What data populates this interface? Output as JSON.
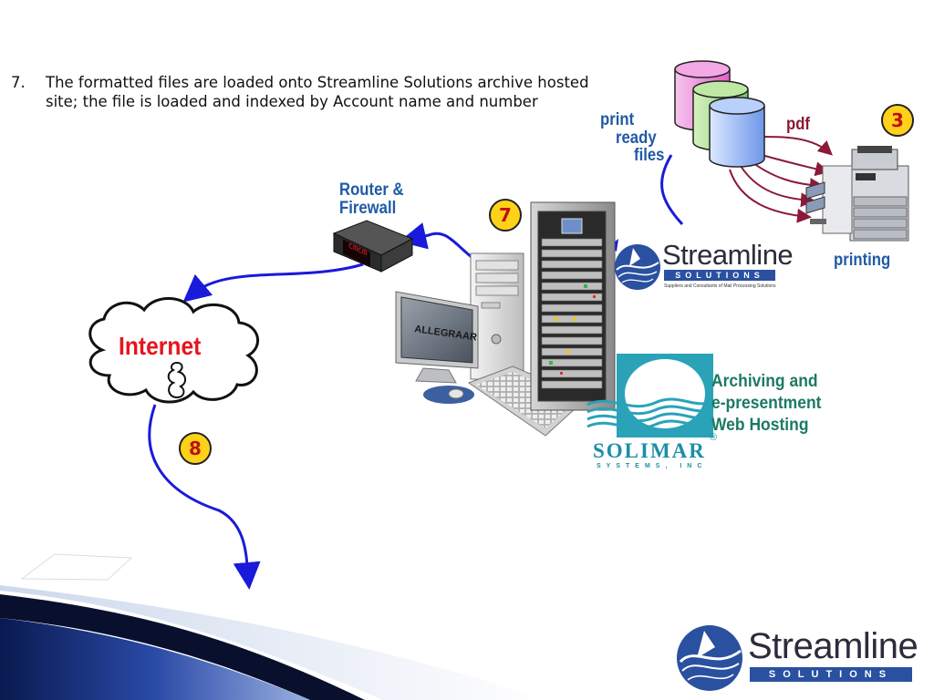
{
  "step": {
    "number": "7.",
    "text": "The formatted files are loaded onto Streamline Solutions archive hosted site; the file is loaded and indexed by Account name and number"
  },
  "labels": {
    "print_ready_files": [
      "print",
      "ready",
      "files"
    ],
    "pdf": "pdf",
    "printing": "printing",
    "router_firewall": [
      "Router &",
      "Firewall"
    ],
    "internet": "Internet",
    "archiving": [
      "Archiving and",
      "e-presentment",
      "Web Hosting"
    ]
  },
  "badges": {
    "three": "3",
    "seven": "7",
    "eight": "8"
  },
  "logos": {
    "streamline_small": {
      "word": "Streamline",
      "bar": "SOLUTIONS",
      "tagline": "Suppliers and Consultants of Mail Processing Solutions"
    },
    "streamline_large": {
      "word": "Streamline",
      "bar": "SOLUTIONS"
    },
    "solimar": {
      "word": "SOLIMAR",
      "sub": "SYSTEMS, INC",
      "registered": "®"
    },
    "monitor_screen_text": "ALLEGRAAR"
  },
  "colors": {
    "connector_blue": "#1a1adb",
    "arrow_maroon": "#8b1a3a",
    "badge_fill": "#ffd21a",
    "badge_text": "#c01010",
    "internet_red": "#e8141c",
    "label_blue": "#1f5aa6",
    "label_green": "#1b7a63",
    "brand_blue": "#2a50a0"
  }
}
